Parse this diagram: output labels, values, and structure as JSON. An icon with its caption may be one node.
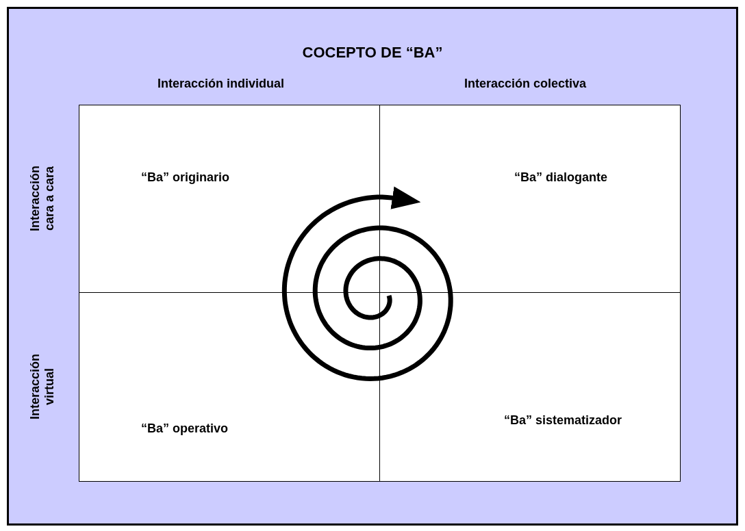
{
  "diagram": {
    "title": "COCEPTO DE “BA”",
    "nodes": [
      {
        "text": [
          "“Ba” originario",
          "“Ba” dialogante",
          "“Ba” operativo",
          "“Ba” sistematizador"
        ]
      }
    ],
    "edges": [],
    "labels": [
      "Interacción individual",
      "Interacción colectiva",
      "Interacción cara a cara",
      "Interacción virtual"
    ]
  }
}
